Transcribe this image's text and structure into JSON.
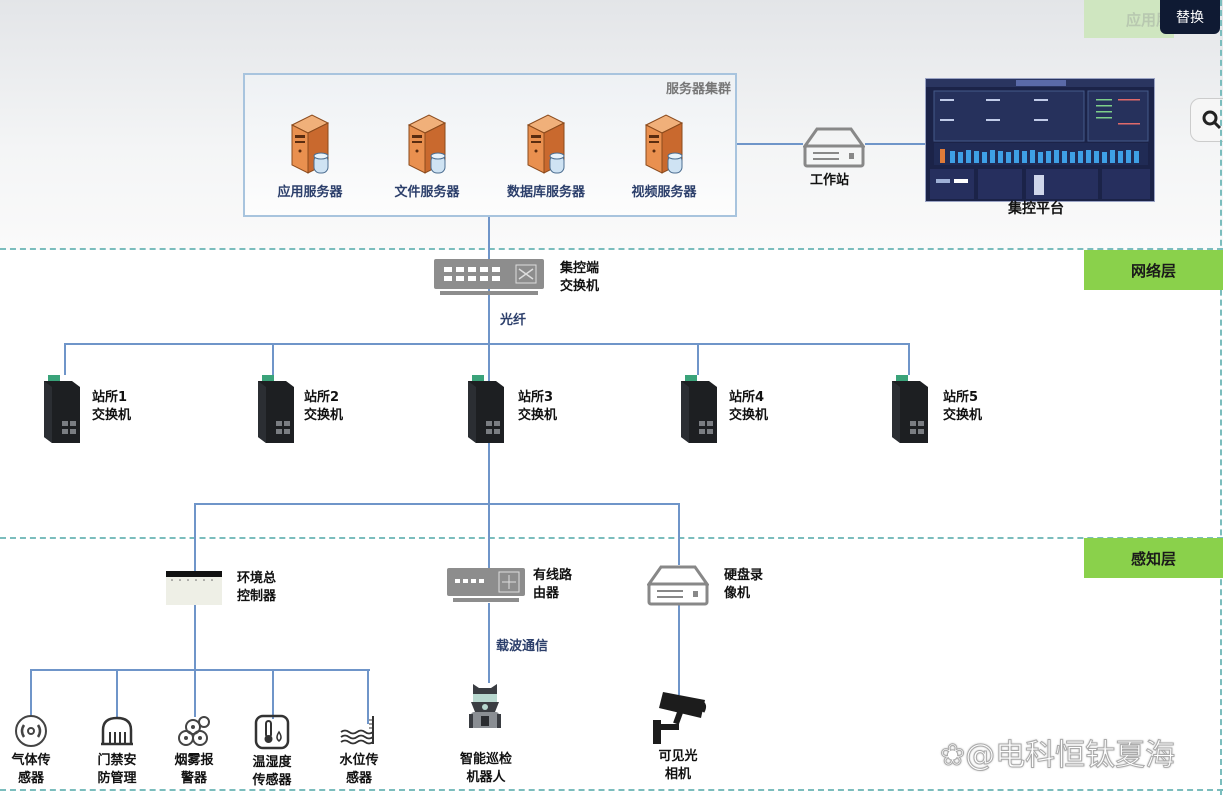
{
  "controls": {
    "replace_button": "替换",
    "search_icon": "search-icon"
  },
  "layers": {
    "application": "应用层",
    "network": "网络层",
    "perception": "感知层"
  },
  "server_cluster": {
    "title": "服务器集群",
    "servers": [
      {
        "name": "应用服务器"
      },
      {
        "name": "文件服务器"
      },
      {
        "name": "数据库服务器"
      },
      {
        "name": "视频服务器"
      }
    ]
  },
  "workstation": {
    "name": "工作站"
  },
  "platform": {
    "name": "集控平台"
  },
  "core_switch": {
    "line1": "集控端",
    "line2": "交换机"
  },
  "fiber_label": "光纤",
  "station_switches": [
    {
      "line1": "站所1",
      "line2": "交换机"
    },
    {
      "line1": "站所2",
      "line2": "交换机"
    },
    {
      "line1": "站所3",
      "line2": "交换机"
    },
    {
      "line1": "站所4",
      "line2": "交换机"
    },
    {
      "line1": "站所5",
      "line2": "交换机"
    }
  ],
  "perception_devices": {
    "env_controller": {
      "line1": "环境总",
      "line2": "控制器"
    },
    "router": {
      "line1": "有线路",
      "line2": "由器"
    },
    "nvr": {
      "line1": "硬盘录",
      "line2": "像机"
    },
    "carrier_label": "载波通信"
  },
  "sensors": [
    {
      "line1": "气体传",
      "line2": "感器"
    },
    {
      "line1": "门禁安",
      "line2": "防管理"
    },
    {
      "line1": "烟雾报",
      "line2": "警器"
    },
    {
      "line1": "温湿度",
      "line2": "传感器"
    },
    {
      "line1": "水位传",
      "line2": "感器"
    }
  ],
  "robot": {
    "line1": "智能巡检",
    "line2": "机器人"
  },
  "camera": {
    "line1": "可见光",
    "line2": "相机"
  },
  "watermark": "@电科恒钛夏海"
}
